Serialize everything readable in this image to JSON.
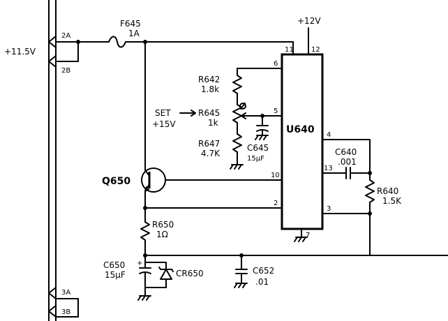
{
  "supply": {
    "rail_label": "+11.5V",
    "vcc_label": "+12V"
  },
  "connector": {
    "pin_2a": "2A",
    "pin_2b": "2B",
    "pin_3a": "3A",
    "pin_3b": "3B"
  },
  "fuse": {
    "ref": "F645",
    "value": "1A"
  },
  "ic": {
    "ref": "U640",
    "pins": {
      "p11": "11",
      "p12": "12",
      "p6": "6",
      "p5": "5",
      "p4": "4",
      "p13": "13",
      "p10": "10",
      "p2": "2",
      "p3": "3",
      "p7": "7"
    }
  },
  "r642": {
    "ref": "R642",
    "value": "1.8k"
  },
  "r645": {
    "ref": "R645",
    "value": "1k",
    "set_label": "SET",
    "set_value": "+15V"
  },
  "r647": {
    "ref": "R647",
    "value": "4.7K"
  },
  "c645": {
    "ref": "C645",
    "value": "15µF"
  },
  "q650": {
    "ref": "Q650"
  },
  "c640": {
    "ref": "C640",
    "value": ".001"
  },
  "r640": {
    "ref": "R640",
    "value": "1.5K"
  },
  "r650": {
    "ref": "R650",
    "value": "1Ω"
  },
  "c650": {
    "ref": "C650",
    "value": "15µF",
    "polarity": "+"
  },
  "cr650": {
    "ref": "CR650"
  },
  "c652": {
    "ref": "C652",
    "value": ".01"
  }
}
